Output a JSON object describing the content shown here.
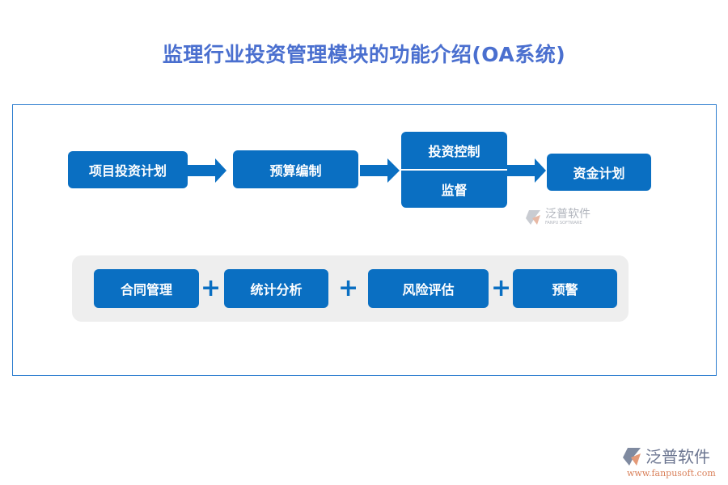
{
  "title": "监理行业投资管理模块的功能介绍(OA系统)",
  "flow": [
    "项目投资计划",
    "预算编制",
    "投资控制",
    "监督",
    "资金计划"
  ],
  "modules": [
    "合同管理",
    "统计分析",
    "风险评估",
    "预警"
  ],
  "watermark": {
    "name": "泛普软件",
    "sub": "FANPU SOFTWARE"
  },
  "logo": {
    "name": "泛普软件",
    "url": "www.fanpusoft.com"
  },
  "colors": {
    "box": "#0a6fc2",
    "title": "#4a6fcf"
  }
}
